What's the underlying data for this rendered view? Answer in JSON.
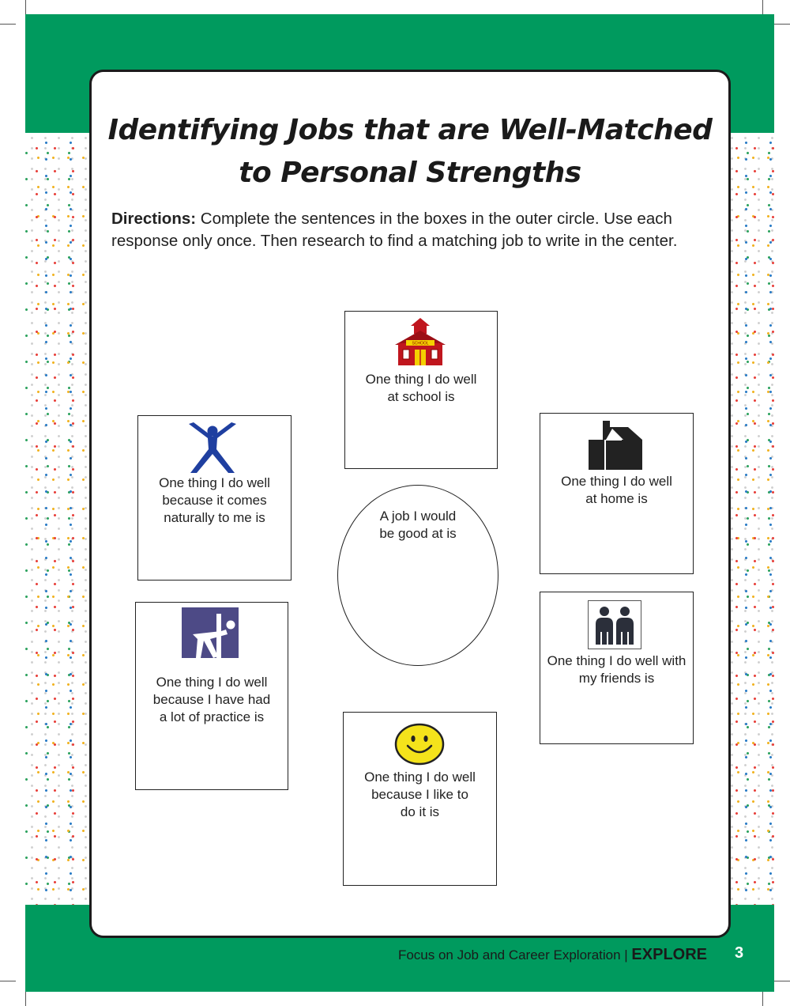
{
  "page": {
    "title_line1": "Identifying Jobs that are Well-Matched",
    "title_line2": "to Personal Strengths",
    "directions_label": "Directions:",
    "directions_text": " Complete the sentences in the boxes in the outer circle. Use each response only once. Then research to find a matching job to write in the center."
  },
  "boxes": {
    "school": {
      "line1": "One thing I do well",
      "line2": "at school is",
      "icon": "school-house-icon",
      "sign": "SCHOOL"
    },
    "natural": {
      "line1": "One thing I do well",
      "line2": "because it comes",
      "line3": "naturally to me is",
      "icon": "jumping-person-icon"
    },
    "home": {
      "line1": "One thing I do well",
      "line2": "at home is",
      "icon": "house-icon"
    },
    "practice": {
      "line1": "One thing I do well",
      "line2": "because I have had",
      "line3": "a lot of practice is",
      "icon": "practice-figure-icon"
    },
    "friends": {
      "line1": "One thing I do well with",
      "line2": "my friends is",
      "icon": "two-people-icon"
    },
    "like": {
      "line1": "One thing I do well",
      "line2": "because I like to",
      "line3": "do it is",
      "icon": "smiley-face-icon"
    }
  },
  "center": {
    "line1": "A job I would",
    "line2": "be good at is"
  },
  "footer": {
    "text": "Focus on Job and Career Exploration | ",
    "brand": "EXPLORE",
    "page_number": "3"
  },
  "colors": {
    "green": "#009a5e",
    "school_red": "#c0161e",
    "figure_blue": "#1f3fa0",
    "practice_purple": "#4d4a86",
    "smiley_yellow": "#f4e31b"
  }
}
